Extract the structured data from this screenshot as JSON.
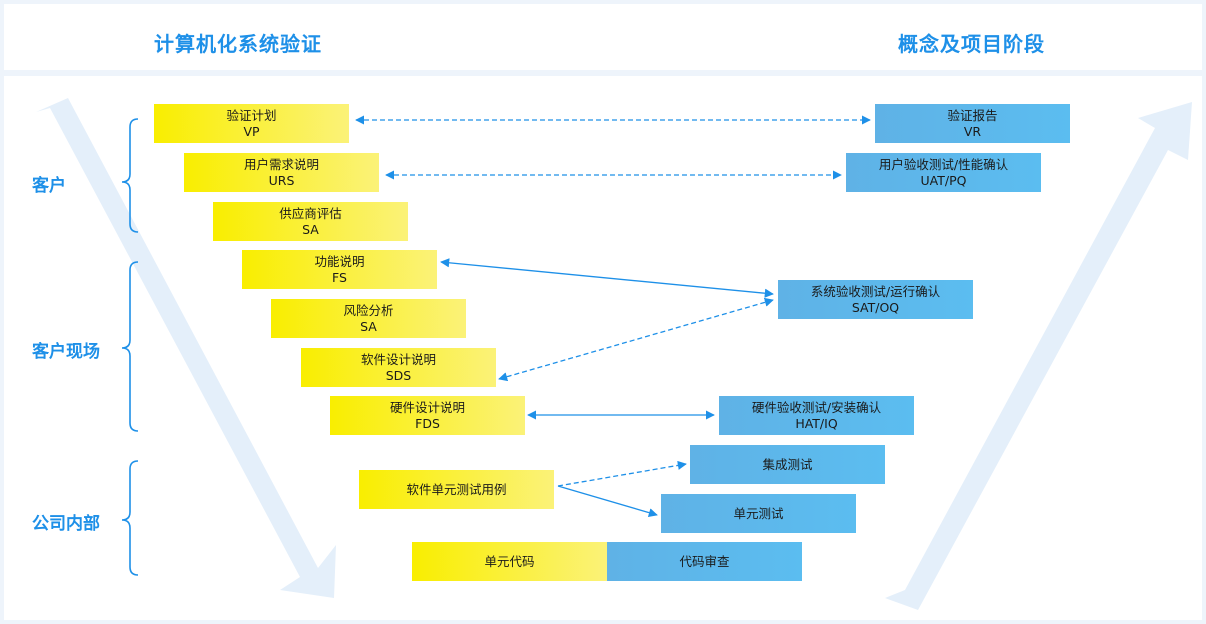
{
  "header": {
    "left_title": "计算机化系统验证",
    "right_title": "概念及项目阶段"
  },
  "groups": [
    {
      "label": "客户"
    },
    {
      "label": "客户现场"
    },
    {
      "label": "公司内部"
    }
  ],
  "left_boxes": [
    {
      "name": "验证计划",
      "abbr": "VP"
    },
    {
      "name": "用户需求说明",
      "abbr": "URS"
    },
    {
      "name": "供应商评估",
      "abbr": "SA"
    },
    {
      "name": "功能说明",
      "abbr": "FS"
    },
    {
      "name": "风险分析",
      "abbr": "SA"
    },
    {
      "name": "软件设计说明",
      "abbr": "SDS"
    },
    {
      "name": "硬件设计说明",
      "abbr": "FDS"
    },
    {
      "name": "软件单元测试用例",
      "abbr": ""
    },
    {
      "name": "单元代码",
      "abbr": ""
    }
  ],
  "right_boxes": [
    {
      "name": "验证报告",
      "abbr": "VR"
    },
    {
      "name": "用户验收测试/性能确认",
      "abbr": "UAT/PQ"
    },
    {
      "name": "系统验收测试/运行确认",
      "abbr": "SAT/OQ"
    },
    {
      "name": "硬件验收测试/安装确认",
      "abbr": "HAT/IQ"
    },
    {
      "name": "集成测试",
      "abbr": ""
    },
    {
      "name": "单元测试",
      "abbr": ""
    },
    {
      "name": "代码审查",
      "abbr": ""
    }
  ],
  "colors": {
    "accent": "#1e90e8",
    "yellow": "#f9ee00",
    "blue": "#5bbdf0",
    "arrow_bg": "#e4effa"
  }
}
